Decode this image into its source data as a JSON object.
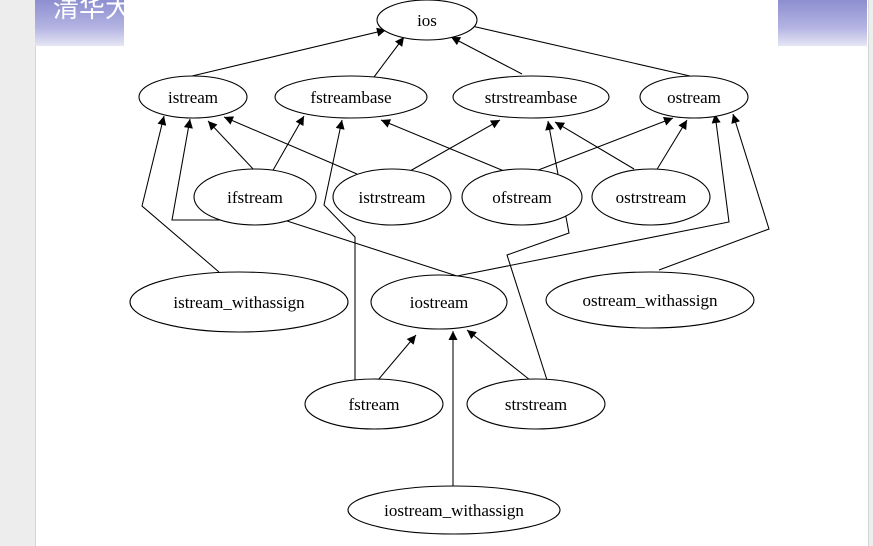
{
  "header": {
    "title": "清华大"
  },
  "diagram": {
    "nodes": [
      {
        "id": "ios",
        "label": "ios"
      },
      {
        "id": "istream",
        "label": "istream"
      },
      {
        "id": "fstreambase",
        "label": "fstreambase"
      },
      {
        "id": "strstreambase",
        "label": "strstreambase"
      },
      {
        "id": "ostream",
        "label": "ostream"
      },
      {
        "id": "ifstream",
        "label": "ifstream"
      },
      {
        "id": "istrstream",
        "label": "istrstream"
      },
      {
        "id": "ofstream",
        "label": "ofstream"
      },
      {
        "id": "ostrstream",
        "label": "ostrstream"
      },
      {
        "id": "istream_withassign",
        "label": "istream_withassign"
      },
      {
        "id": "iostream",
        "label": "iostream"
      },
      {
        "id": "ostream_withassign",
        "label": "ostream_withassign"
      },
      {
        "id": "fstream",
        "label": "fstream"
      },
      {
        "id": "strstream",
        "label": "strstream"
      },
      {
        "id": "iostream_withassign",
        "label": "iostream_withassign"
      }
    ],
    "edges": [
      {
        "from": "istream",
        "to": "ios"
      },
      {
        "from": "fstreambase",
        "to": "ios"
      },
      {
        "from": "strstreambase",
        "to": "ios"
      },
      {
        "from": "ostream",
        "to": "ios"
      },
      {
        "from": "ifstream",
        "to": "istream"
      },
      {
        "from": "ifstream",
        "to": "fstreambase"
      },
      {
        "from": "istrstream",
        "to": "istream"
      },
      {
        "from": "istrstream",
        "to": "strstreambase"
      },
      {
        "from": "ofstream",
        "to": "fstreambase"
      },
      {
        "from": "ofstream",
        "to": "ostream"
      },
      {
        "from": "ostrstream",
        "to": "strstreambase"
      },
      {
        "from": "ostrstream",
        "to": "ostream"
      },
      {
        "from": "istream_withassign",
        "to": "istream"
      },
      {
        "from": "iostream",
        "to": "istream"
      },
      {
        "from": "iostream",
        "to": "ostream"
      },
      {
        "from": "ostream_withassign",
        "to": "ostream"
      },
      {
        "from": "fstream",
        "to": "iostream"
      },
      {
        "from": "fstream",
        "to": "fstreambase"
      },
      {
        "from": "strstream",
        "to": "iostream"
      },
      {
        "from": "strstream",
        "to": "strstreambase"
      },
      {
        "from": "iostream_withassign",
        "to": "iostream"
      }
    ]
  }
}
